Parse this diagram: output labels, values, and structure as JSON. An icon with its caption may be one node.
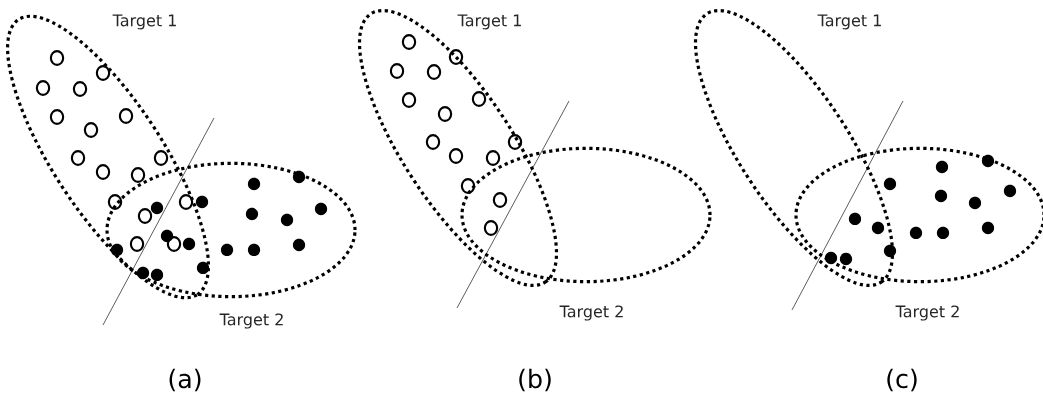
{
  "diagram": {
    "nodes": [
      {
        "text": [
          "Target 1"
        ]
      },
      {
        "text": [
          "Target 2"
        ]
      },
      {
        "text": [
          "Target 1"
        ]
      },
      {
        "text": [
          "Target 2"
        ]
      },
      {
        "text": [
          "Target 1"
        ]
      },
      {
        "text": [
          "Target 2"
        ]
      }
    ],
    "labels": [
      "(a)",
      "(b)",
      "(c)"
    ]
  }
}
